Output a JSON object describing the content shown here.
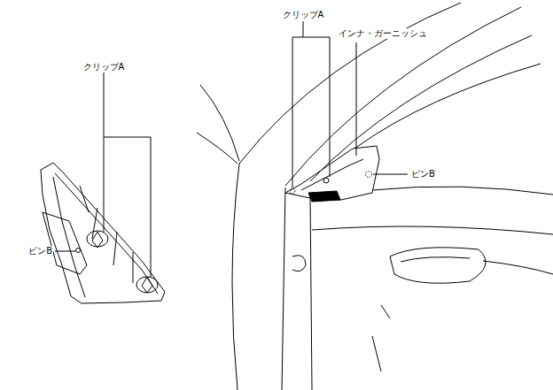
{
  "diagram": {
    "labels": [
      "クリップA",
      "ピンB",
      "クリップA",
      "インナ・ガーニッシュ",
      "ピンB"
    ]
  }
}
